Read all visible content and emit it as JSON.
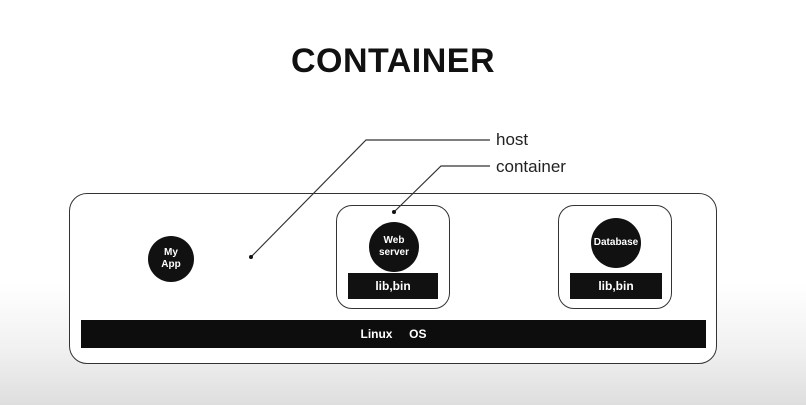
{
  "title": "CONTAINER",
  "labels": {
    "host": "host",
    "container": "container"
  },
  "host": {
    "app_label": "My App",
    "os_label": "Linux  OS"
  },
  "containers": [
    {
      "service": "Web server",
      "lib": "lib,bin"
    },
    {
      "service": "Database",
      "lib": "lib,bin"
    }
  ]
}
